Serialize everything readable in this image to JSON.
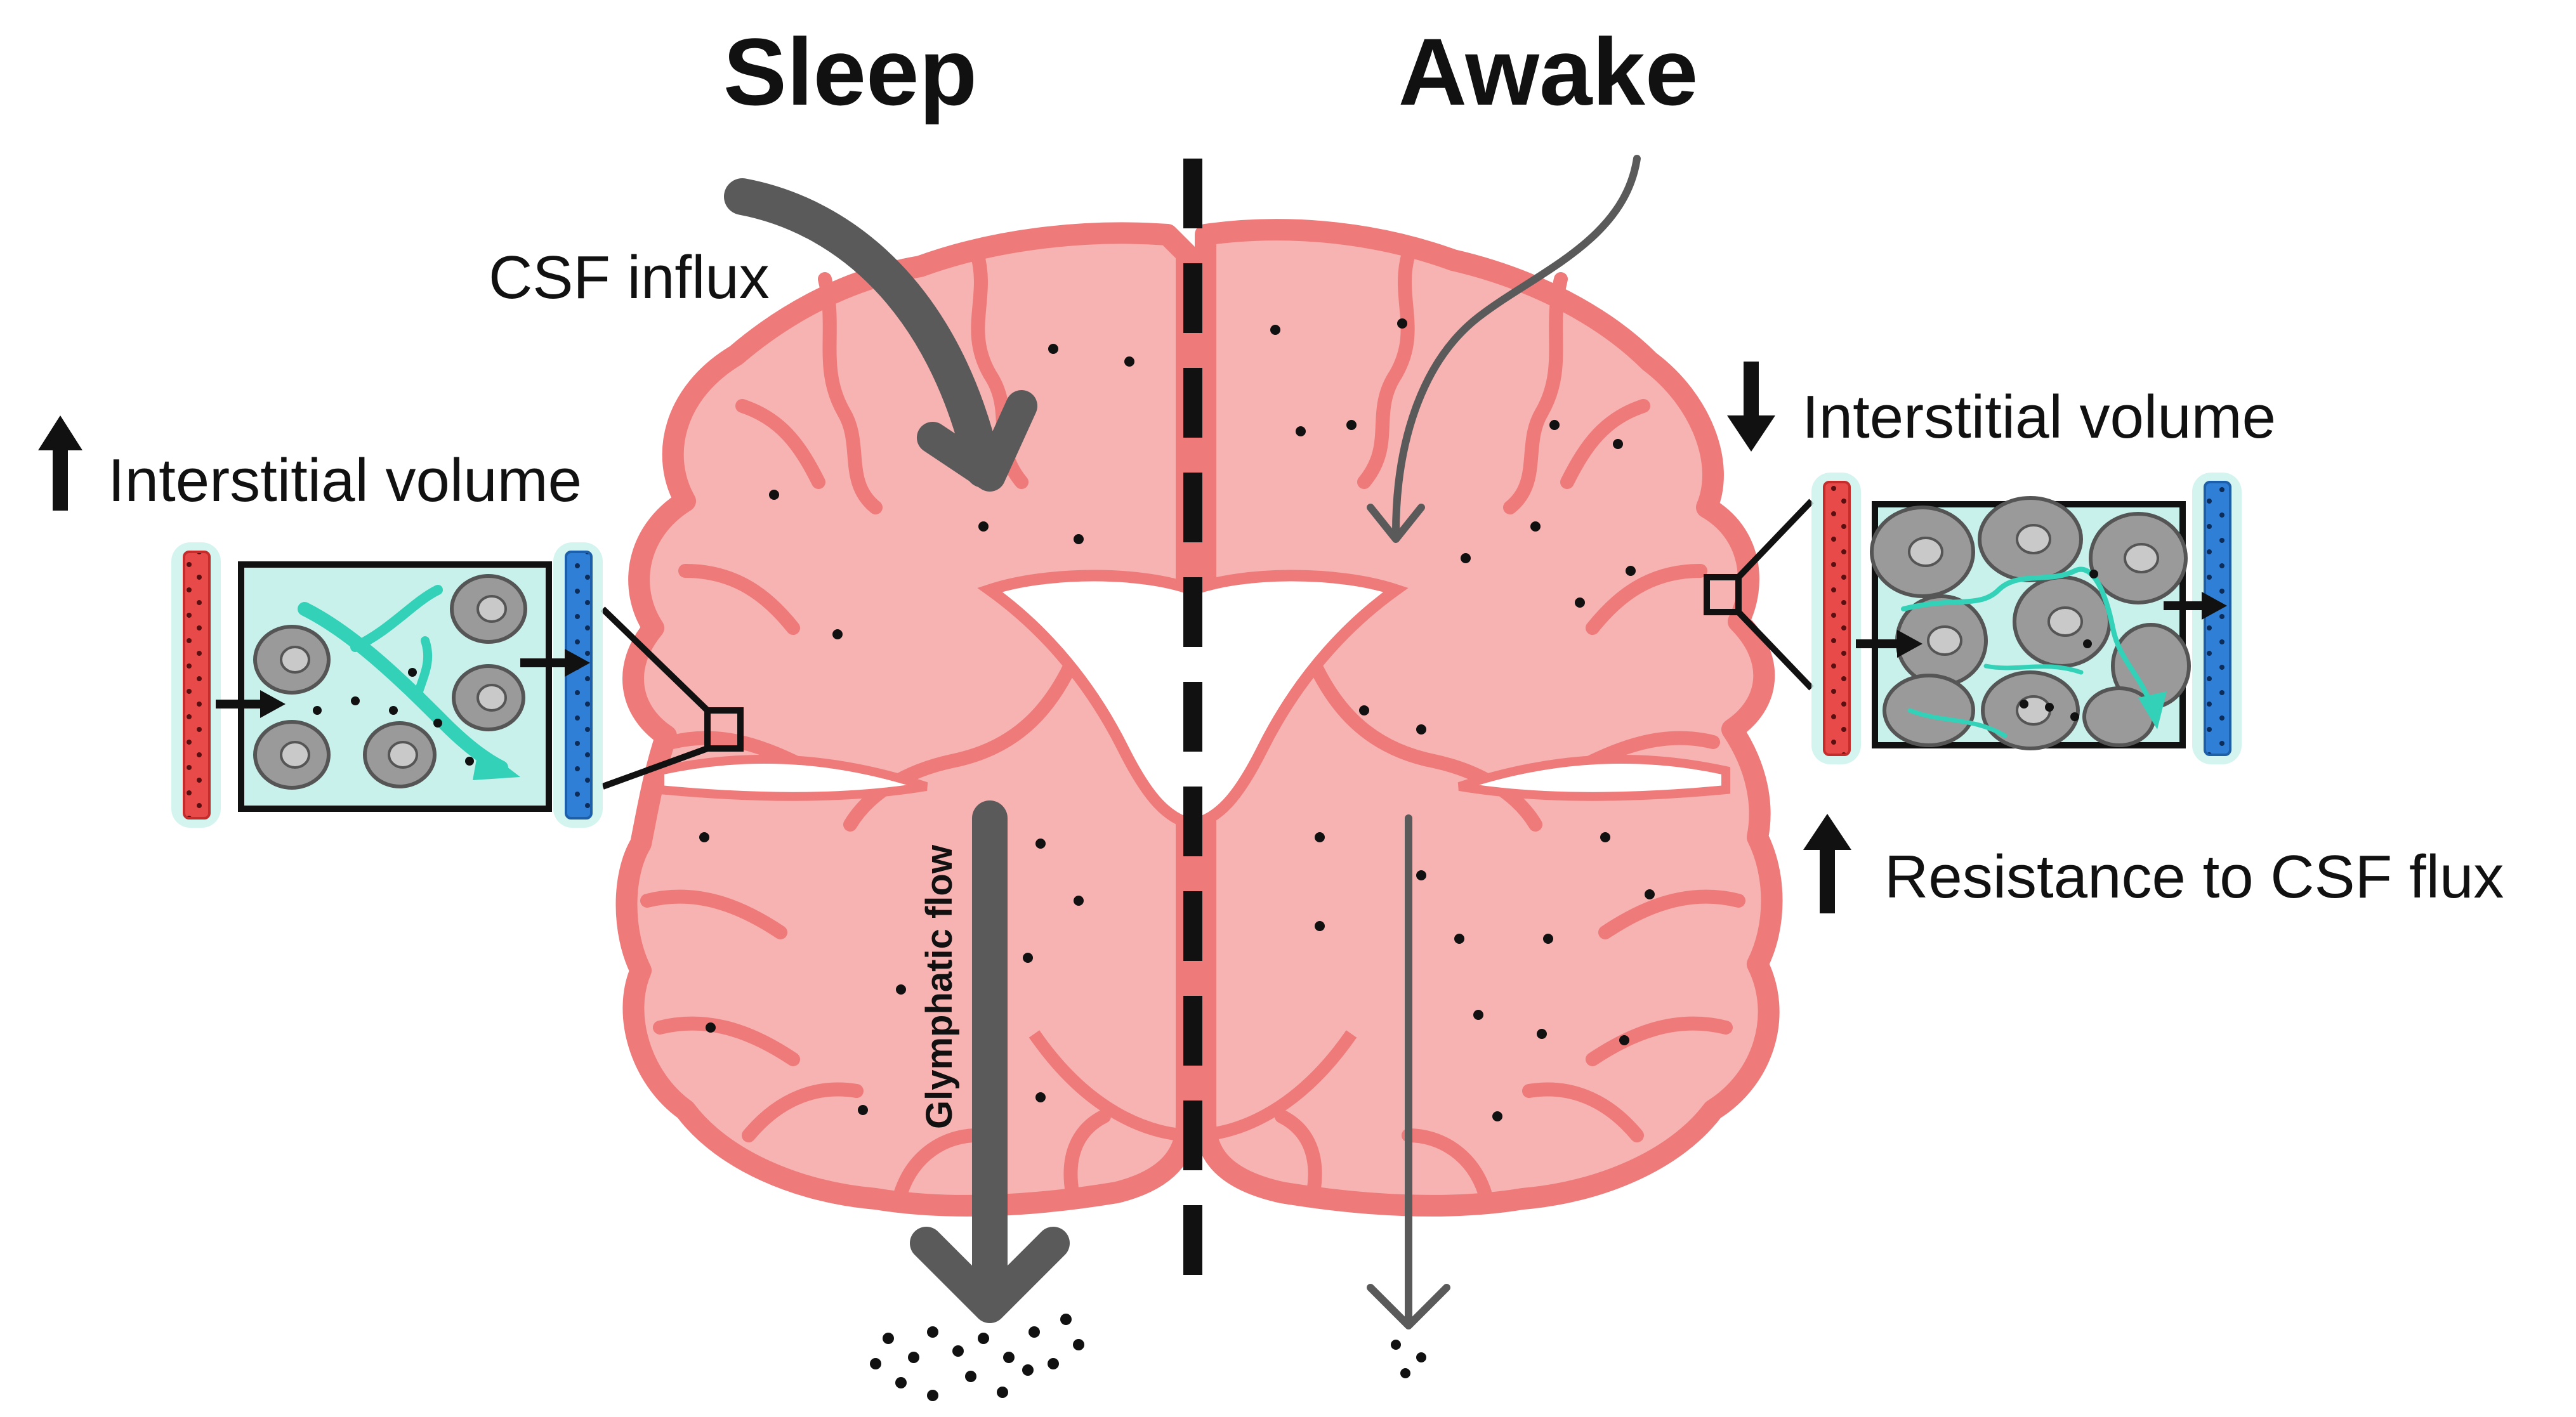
{
  "titles": {
    "sleep": "Sleep",
    "awake": "Awake"
  },
  "labels": {
    "csf_influx": "CSF influx",
    "interstitial_left": "Interstitial volume",
    "interstitial_right": "Interstitial volume",
    "resistance": "Resistance to CSF flux",
    "glymphatic_flow": "Glymphatic flow"
  },
  "colors": {
    "brain_fill": "#f7b2b2",
    "brain_outline": "#ee7a7a",
    "artery": "#e84a4a",
    "vein": "#2f7fd6",
    "interstitial_fluid": "#c9f1ec",
    "cells": "#9a9a9a",
    "flow_arrow": "#5a5a5a",
    "csf_stream": "#33d1b8"
  },
  "icons": {
    "increase": "arrow-up-icon",
    "decrease": "arrow-down-icon"
  }
}
